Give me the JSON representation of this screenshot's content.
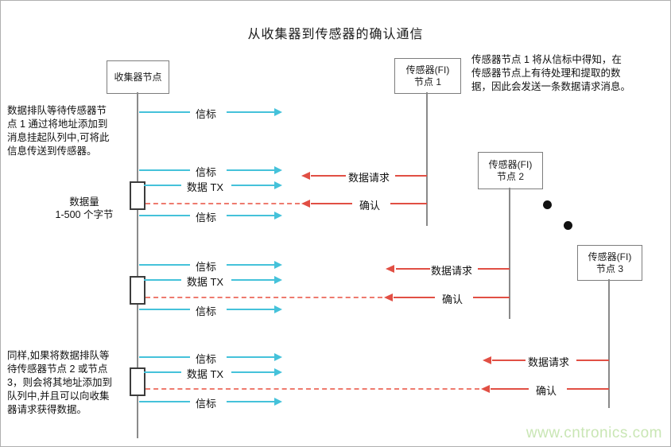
{
  "title": "从收集器到传感器的确认通信",
  "colors": {
    "beacon": "#45c2da",
    "request": "#e14f44",
    "ack_dash": "#ee7a6e",
    "watermark": "#c9e6b4"
  },
  "nodes": {
    "collector": {
      "label": "收集器节点"
    },
    "sensor1": {
      "label": "传感器(FI)\n节点 1"
    },
    "sensor2": {
      "label": "传感器(FI)\n节点 2"
    },
    "sensor3": {
      "label": "传感器(FI)\n节点 3"
    }
  },
  "labels": {
    "beacon": "信标",
    "data_tx": "数据 TX",
    "data_request": "数据请求",
    "ack": "确认"
  },
  "annotations": {
    "left_top": "数据排队等待传感器节\n点 1 通过将地址添加到\n消息挂起队列中,可将此\n信息传送到传感器。",
    "right_top": "传感器节点 1 将从信标中得知，在\n传感器节点上有待处理和提取的数\n据，因此会发送一条数据请求消息。",
    "data_size": "数据量\n1-500 个字节",
    "left_bottom": "同样,如果将数据排队等\n待传感器节点 2 或节点\n3，则会将其地址添加到\n队列中,并且可以向收集\n器请求获得数据。"
  },
  "watermark": "www.cntronics.com"
}
